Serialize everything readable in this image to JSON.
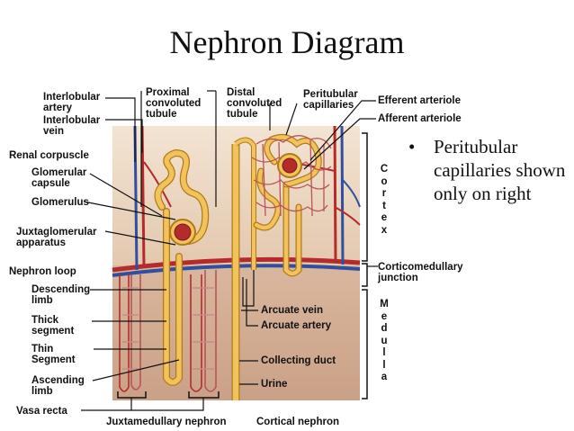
{
  "title": "Nephron Diagram",
  "labels": {
    "interlobular_artery": [
      "Interlobular",
      "artery"
    ],
    "interlobular_vein": [
      "Interlobular",
      "vein"
    ],
    "renal_corpuscle": "Renal corpuscle",
    "glomerular_capsule": [
      "Glomerular",
      "capsule"
    ],
    "glomerulus": "Glomerulus",
    "juxtaglomerular_apparatus": [
      "Juxtaglomerular",
      "apparatus"
    ],
    "nephron_loop": "Nephron loop",
    "descending_limb": [
      "Descending",
      "limb"
    ],
    "thick_segment": [
      "Thick",
      "segment"
    ],
    "thin_segment": [
      "Thin",
      "Segment"
    ],
    "ascending_limb": [
      "Ascending",
      "limb"
    ],
    "vasa_recta": "Vasa recta",
    "proximal_convoluted_tubule": [
      "Proximal",
      "convoluted",
      "tubule"
    ],
    "distal_convoluted_tubule": [
      "Distal",
      "convoluted",
      "tubule"
    ],
    "peritubular_capillaries": [
      "Peritubular",
      "capillaries"
    ],
    "efferent_arteriole": "Efferent arteriole",
    "afferent_arteriole": "Afferent arteriole",
    "cortex": [
      "C",
      "o",
      "r",
      "t",
      "e",
      "x"
    ],
    "corticomedullary_junction": [
      "Corticomedullary",
      "junction"
    ],
    "medulla": [
      "M",
      "e",
      "d",
      "u",
      "l",
      "l",
      "a"
    ],
    "arcuate_vein": "Arcuate vein",
    "arcuate_artery": "Arcuate artery",
    "collecting_duct": "Collecting duct",
    "urine": "Urine",
    "juxtamedullary_nephron": "Juxtamedullary nephron",
    "cortical_nephron": "Cortical nephron"
  },
  "bullet": {
    "marker": "•",
    "text": "Peritubular capillaries shown only on right"
  },
  "colors": {
    "tubule": "#f2c35a",
    "tubule_edge": "#b07a1c",
    "artery": "#b52b2b",
    "vein": "#2f4fa0",
    "cortex_bg": "#ead7c2",
    "medulla_bg": "#d8b59c"
  }
}
